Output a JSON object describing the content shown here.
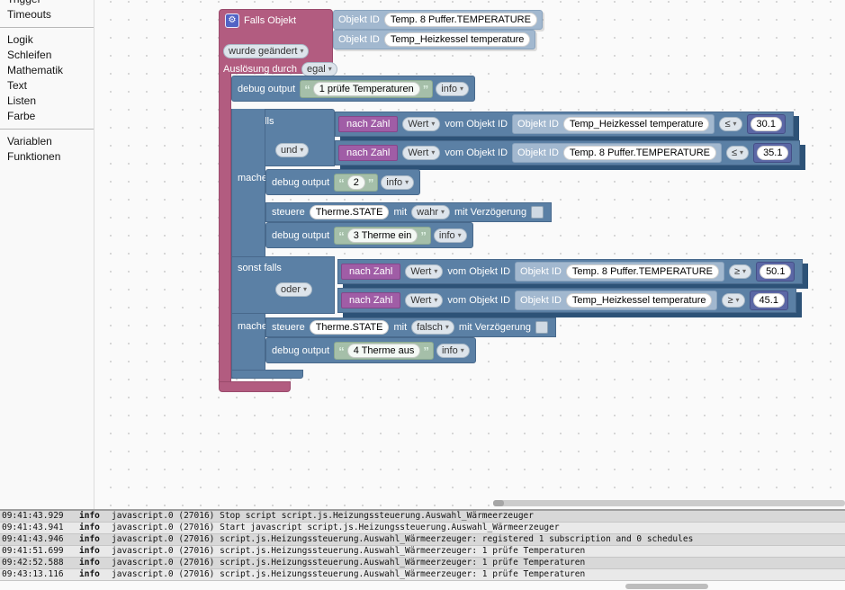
{
  "colors": {
    "trigger_block": "#b25c80",
    "logic_block": "#5b80a5",
    "value_type_block": "#a05da6",
    "number_block": "#5b67a5",
    "text_block": "#a5bfa9",
    "object_id_block": "#a2b8cf",
    "shadow_slab": "#2d5277"
  },
  "sidebar": {
    "items": [
      "Trigger",
      "Timeouts",
      "Logik",
      "Schleifen",
      "Mathematik",
      "Text",
      "Listen",
      "Farbe",
      "Variablen",
      "Funktionen"
    ]
  },
  "labels": {
    "debug_output": "debug output",
    "info": "info",
    "falls": "falls",
    "mache": "mache",
    "sonst_falls": "sonst falls",
    "und": "und",
    "oder": "oder",
    "nach_zahl": "nach Zahl",
    "wert": "Wert",
    "vom_objekt_id": "vom Objekt ID",
    "objekt_id": "Objekt ID",
    "steuere": "steuere",
    "mit": "mit",
    "mit_verzoegerung": "mit Verzögerung",
    "quote_open": "“",
    "quote_close": "”",
    "gear": "⚙"
  },
  "trigger": {
    "label": "Falls Objekt",
    "oid1": "Temp. 8 Puffer.TEMPERATURE",
    "oid2": "Temp_Heizkessel temperature",
    "change_mode": "wurde geändert",
    "trigger_by_label": "Auslösung durch",
    "trigger_by_value": "egal"
  },
  "conds": [
    {
      "oid": "Temp_Heizkessel temperature",
      "op": "≤",
      "value": "30.1"
    },
    {
      "oid": "Temp. 8 Puffer.TEMPERATURE",
      "op": "≤",
      "value": "35.1"
    },
    {
      "oid": "Temp. 8 Puffer.TEMPERATURE",
      "op": "≥",
      "value": "50.1"
    },
    {
      "oid": "Temp_Heizkessel temperature",
      "op": "≥",
      "value": "45.1"
    }
  ],
  "debugs": [
    "1 prüfe Temperaturen",
    "2",
    "3 Therme ein",
    "4 Therme aus"
  ],
  "steuere": [
    {
      "oid": "Therme.STATE",
      "value": "wahr"
    },
    {
      "oid": "Therme.STATE",
      "value": "falsch"
    }
  ],
  "log": {
    "rows": [
      {
        "time": "09:41:43.929",
        "level": "info",
        "msg": "javascript.0 (27016) Stop script script.js.Heizungssteuerung.Auswahl_Wärmeerzeuger"
      },
      {
        "time": "09:41:43.941",
        "level": "info",
        "msg": "javascript.0 (27016) Start javascript script.js.Heizungssteuerung.Auswahl_Wärmeerzeuger"
      },
      {
        "time": "09:41:43.946",
        "level": "info",
        "msg": "javascript.0 (27016) script.js.Heizungssteuerung.Auswahl_Wärmeerzeuger: registered 1 subscription and 0 schedules"
      },
      {
        "time": "09:41:51.699",
        "level": "info",
        "msg": "javascript.0 (27016) script.js.Heizungssteuerung.Auswahl_Wärmeerzeuger: 1 prüfe Temperaturen"
      },
      {
        "time": "09:42:52.588",
        "level": "info",
        "msg": "javascript.0 (27016) script.js.Heizungssteuerung.Auswahl_Wärmeerzeuger: 1 prüfe Temperaturen"
      },
      {
        "time": "09:43:13.116",
        "level": "info",
        "msg": "javascript.0 (27016) script.js.Heizungssteuerung.Auswahl_Wärmeerzeuger: 1 prüfe Temperaturen"
      }
    ]
  }
}
